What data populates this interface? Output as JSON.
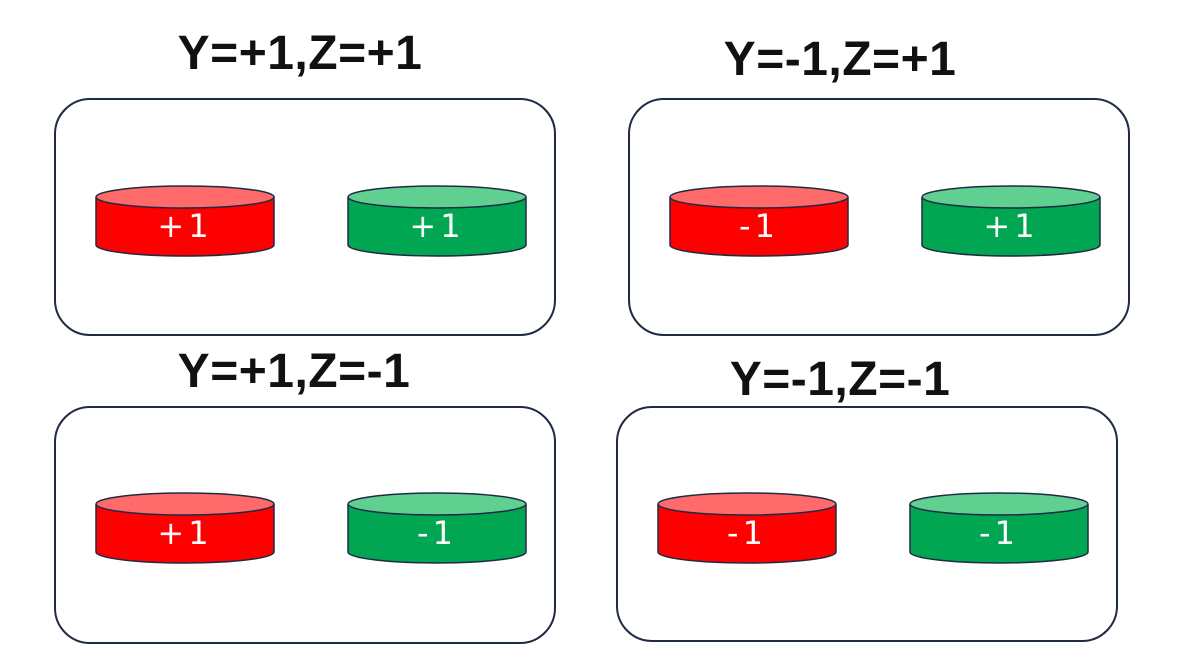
{
  "colors": {
    "red": "#ff0000",
    "red_top": "#ff6b6b",
    "green": "#00a651",
    "green_top": "#5fd08f",
    "outline": "#1f2a44"
  },
  "panels": [
    {
      "title": "Y=+1,Z=+1",
      "discs": [
        {
          "color": "red",
          "label": "+1"
        },
        {
          "color": "green",
          "label": "+1"
        }
      ]
    },
    {
      "title": "Y=-1,Z=+1",
      "discs": [
        {
          "color": "red",
          "label": "-1"
        },
        {
          "color": "green",
          "label": "+1"
        }
      ]
    },
    {
      "title": "Y=+1,Z=-1",
      "discs": [
        {
          "color": "red",
          "label": "+1"
        },
        {
          "color": "green",
          "label": "-1"
        }
      ]
    },
    {
      "title": "Y=-1,Z=-1",
      "discs": [
        {
          "color": "red",
          "label": "-1"
        },
        {
          "color": "green",
          "label": "-1"
        }
      ]
    }
  ]
}
